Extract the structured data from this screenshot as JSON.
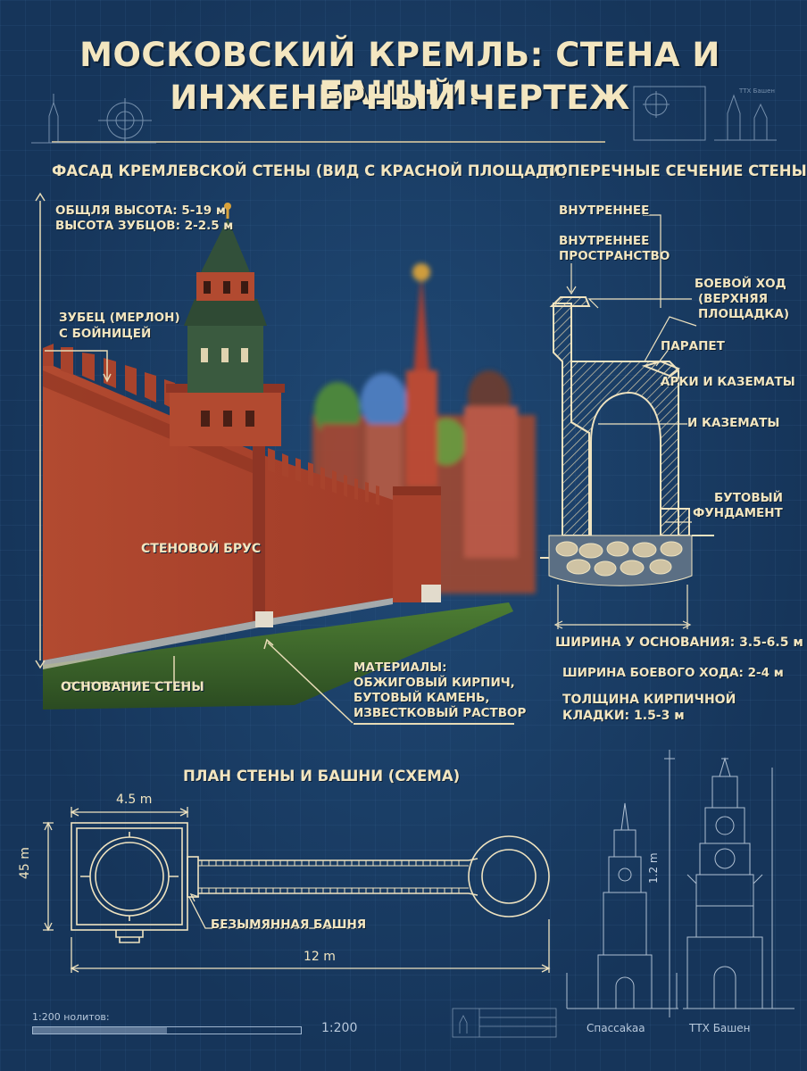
{
  "title": {
    "line1": "МОСКОВСКИЙ КРЕМЛЬ: СТЕНА И БАШНИ.",
    "line2": "ИНЖЕНЕРНЫЙ ЧЕРТЕЖ"
  },
  "facade": {
    "heading": "ФАСАД КРЕМЛЕВСКОЙ СТЕНЫ (ВИД С КРАСНОЙ ПЛОЩАДИ)",
    "height_total": "ОБЩЛЯ ВЫСОТА: 5-19 м",
    "height_merlons": "ВЫСОТА ЗУБЦОВ: 2-2.5 м",
    "merlon_line1": "ЗУБЕЦ (МЕРЛОН)",
    "merlon_line2": "С БОЙНИЦЕЙ",
    "wall_beam": "СТЕНОВОЙ БРУС",
    "wall_base": "ОСНОВАНИЕ СТЕНЫ",
    "materials": [
      "МАТЕРИАЛЫ:",
      "ОБЖИГОВЫЙ КИРПИЧ,",
      "БУТОВЫЙ КАМЕНЬ,",
      "ИЗВЕСТКОВЫЙ РАСТВОР"
    ]
  },
  "section": {
    "heading": "ПОПЕРЕЧНЫЕ СЕЧЕНИЕ СТЕНЫ",
    "inner": "ВНУТРЕННЕЕ",
    "inner_space_1": "ВНУТРЕННЕЕ",
    "inner_space_2": "ПРОСТРАНСТВО",
    "walkway_1": "БОЕВОЙ ХОД",
    "walkway_2": "(ВЕРХНЯЯ",
    "walkway_3": "ПЛОЩАДКА)",
    "parapet": "ПАРАПЕТ",
    "arches": "АРКИ И КАЗЕМАТЫ",
    "casemates": "И КАЗЕМАТЫ",
    "foundation_1": "БУТОВЫЙ",
    "foundation_2": "ФУНДАМЕНТ",
    "base_width": "ШИРИНА У ОСНОВАНИЯ: 3.5-6.5 м",
    "walkway_width": "ШИРИНА БОЕВОГО ХОДА: 2-4 м",
    "brick_thickness_1": "ТОЛЩИНА КИРПИЧНОЙ",
    "brick_thickness_2": "КЛАДКИ: 1.5-3 м"
  },
  "plan": {
    "heading": "ПЛАН СТЕНЫ И БАШНИ (СХЕМА)",
    "dim_top": "4.5 m",
    "dim_side": "45 m",
    "dim_bottom": "12 m",
    "tower_name": "БЕЗЫМЯННАЯ БАШНЯ"
  },
  "side": {
    "tower1_caption": "Спассаkaa",
    "tower2_caption": "ТТХ Башен",
    "tower2_dim": "1.2 m"
  },
  "footer": {
    "scale_note": "1:200 нoлитов:",
    "scale": "1:200"
  },
  "colors": {
    "background": "#16355a",
    "brick": "#b5472f",
    "cream": "#f3e6c0",
    "grass": "#3f6a2c"
  }
}
